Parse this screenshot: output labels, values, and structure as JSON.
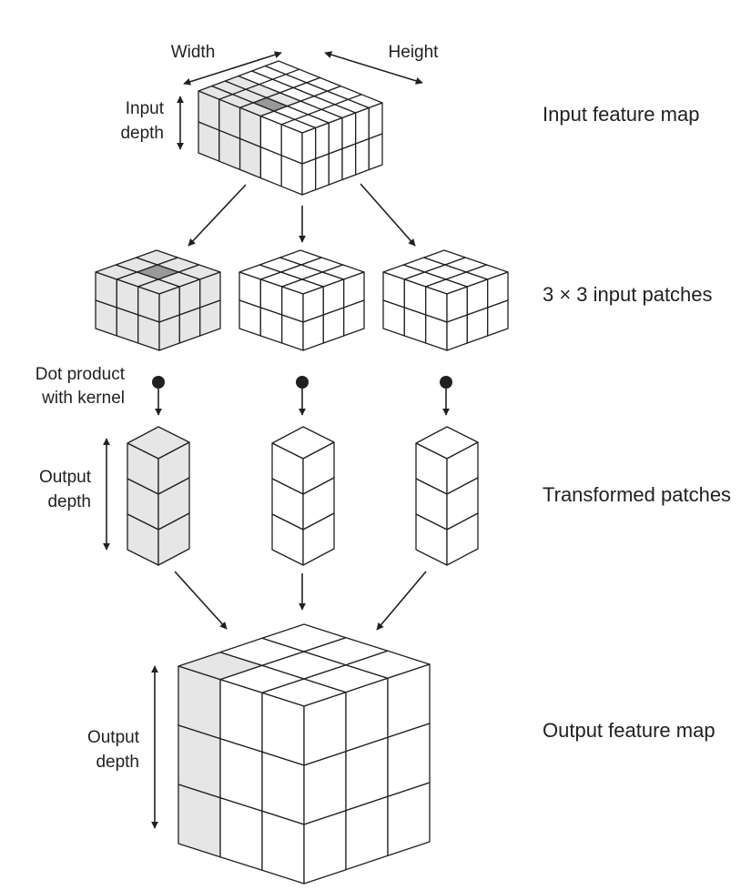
{
  "labels": {
    "width": "Width",
    "height": "Height",
    "input_depth_1": "Input",
    "input_depth_2": "depth",
    "dot_product_1": "Dot product",
    "dot_product_2": "with kernel",
    "output_depth_a_1": "Output",
    "output_depth_a_2": "depth",
    "output_depth_b_1": "Output",
    "output_depth_b_2": "depth"
  },
  "stages": {
    "input_feature_map": "Input feature map",
    "input_patches": "3 × 3 input patches",
    "transformed_patches": "Transformed patches",
    "output_feature_map": "Output feature map"
  },
  "colors": {
    "stroke": "#231f20",
    "fill": "#ffffff",
    "highlight": "#e6e6e6",
    "center": "#999999"
  }
}
